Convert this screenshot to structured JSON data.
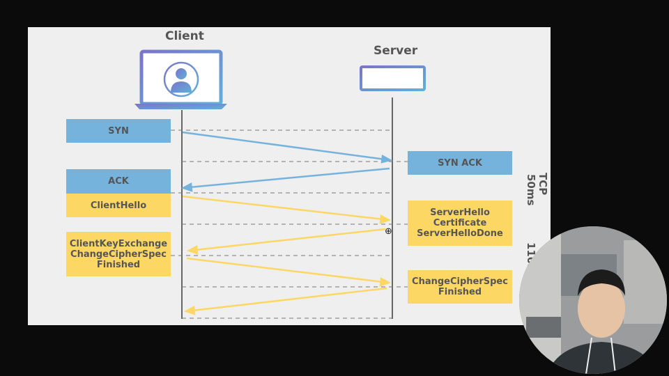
{
  "diagram": {
    "client_label": "Client",
    "server_label": "Server",
    "messages": {
      "syn": "SYN",
      "syn_ack": "SYN ACK",
      "ack": "ACK",
      "client_hello": "ClientHello",
      "server_hello_lines": [
        "ServerHello",
        "Certificate",
        "ServerHelloDone"
      ],
      "client_key_lines": [
        "ClientKeyExchange",
        "ChangeCipherSpec",
        "Finished"
      ],
      "server_change_lines": [
        "ChangeCipherSpec",
        "Finished"
      ]
    },
    "side_labels": {
      "tcp": "TCP",
      "tcp_time": "50ms",
      "tls_time": "110ms"
    },
    "colors": {
      "tcp_arrow": "#76b3dc",
      "tls_arrow": "#fdd764",
      "device_accent": "#7b74c9"
    }
  },
  "webcam": {
    "icon": "presenter-video-feed"
  },
  "cursor": {
    "icon": "zoom-cursor-icon"
  }
}
